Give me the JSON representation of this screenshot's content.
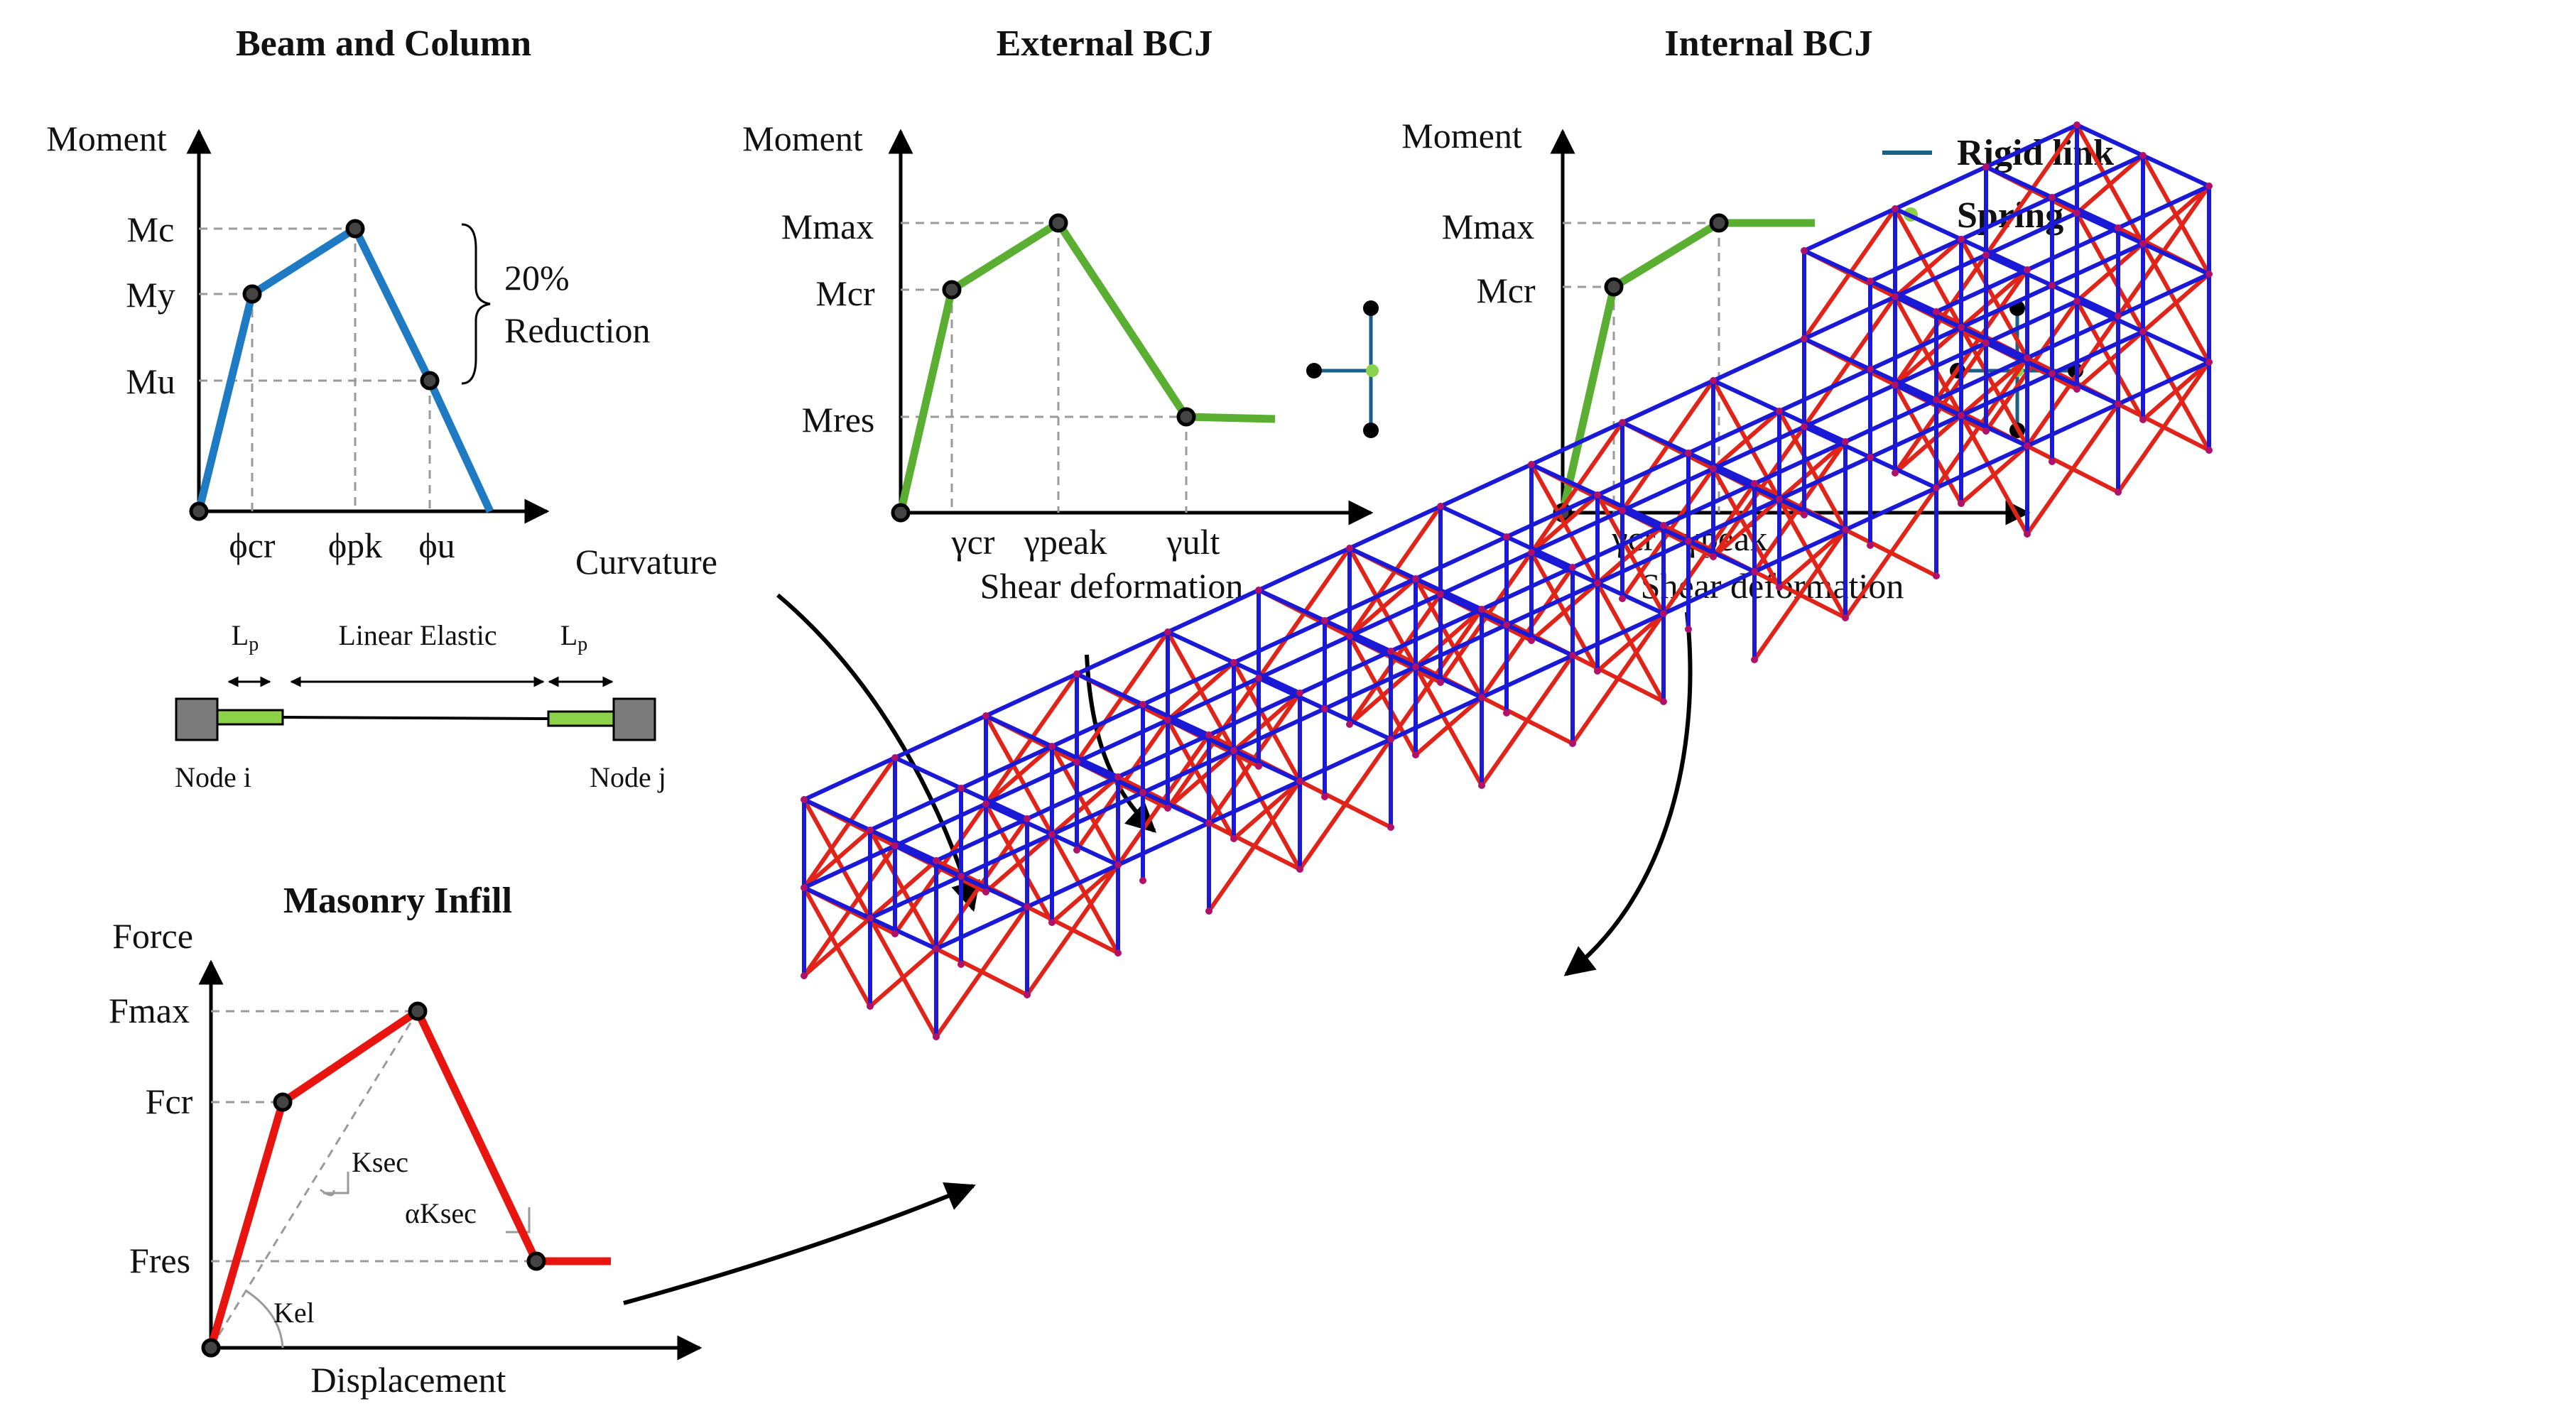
{
  "panels": {
    "beam_column": {
      "title": "Beam and Column",
      "y_axis": "Moment",
      "x_axis": "Curvature",
      "y_ticks": [
        "Mc",
        "My",
        "Mu"
      ],
      "x_ticks": [
        "ϕcr",
        "ϕpk",
        "ϕu"
      ],
      "annotation_line1": "20%",
      "annotation_line2": "Reduction",
      "color": "#1f7ac4"
    },
    "hinge": {
      "lp_left": "L",
      "lp_right": "L",
      "lp_sub": "p",
      "middle": "Linear Elastic",
      "node_i": "Node i",
      "node_j": "Node j",
      "hinge_color": "#8bd14a",
      "node_color": "#7a7a7a"
    },
    "external_bcj": {
      "title": "External BCJ",
      "y_axis": "Moment",
      "x_axis": "Shear deformation",
      "y_ticks": [
        "Mmax",
        "Mcr",
        "Mres"
      ],
      "x_ticks": [
        "γcr",
        "γpeak",
        "γult"
      ],
      "color": "#5aae32"
    },
    "internal_bcj": {
      "title": "Internal BCJ",
      "y_axis": "Moment",
      "x_axis": "Shear deformation",
      "y_ticks": [
        "Mmax",
        "Mcr"
      ],
      "x_ticks": [
        "γcr",
        "γpeak"
      ],
      "color": "#5aae32"
    },
    "legend": {
      "rigid_link": "Rigid link",
      "spring": "Spring",
      "rigid_color": "#1b5e86",
      "spring_color": "#8bd14a"
    },
    "masonry_infill": {
      "title": "Masonry Infill",
      "y_axis": "Force",
      "x_axis": "Displacement",
      "y_ticks": [
        "Fmax",
        "Fcr",
        "Fres"
      ],
      "labels": [
        "Ksec",
        "αKsec",
        "Kel"
      ],
      "color": "#e8140f"
    },
    "frame_model": {
      "frame_color": "#1a1ad6",
      "strut_color": "#e0241a"
    }
  }
}
